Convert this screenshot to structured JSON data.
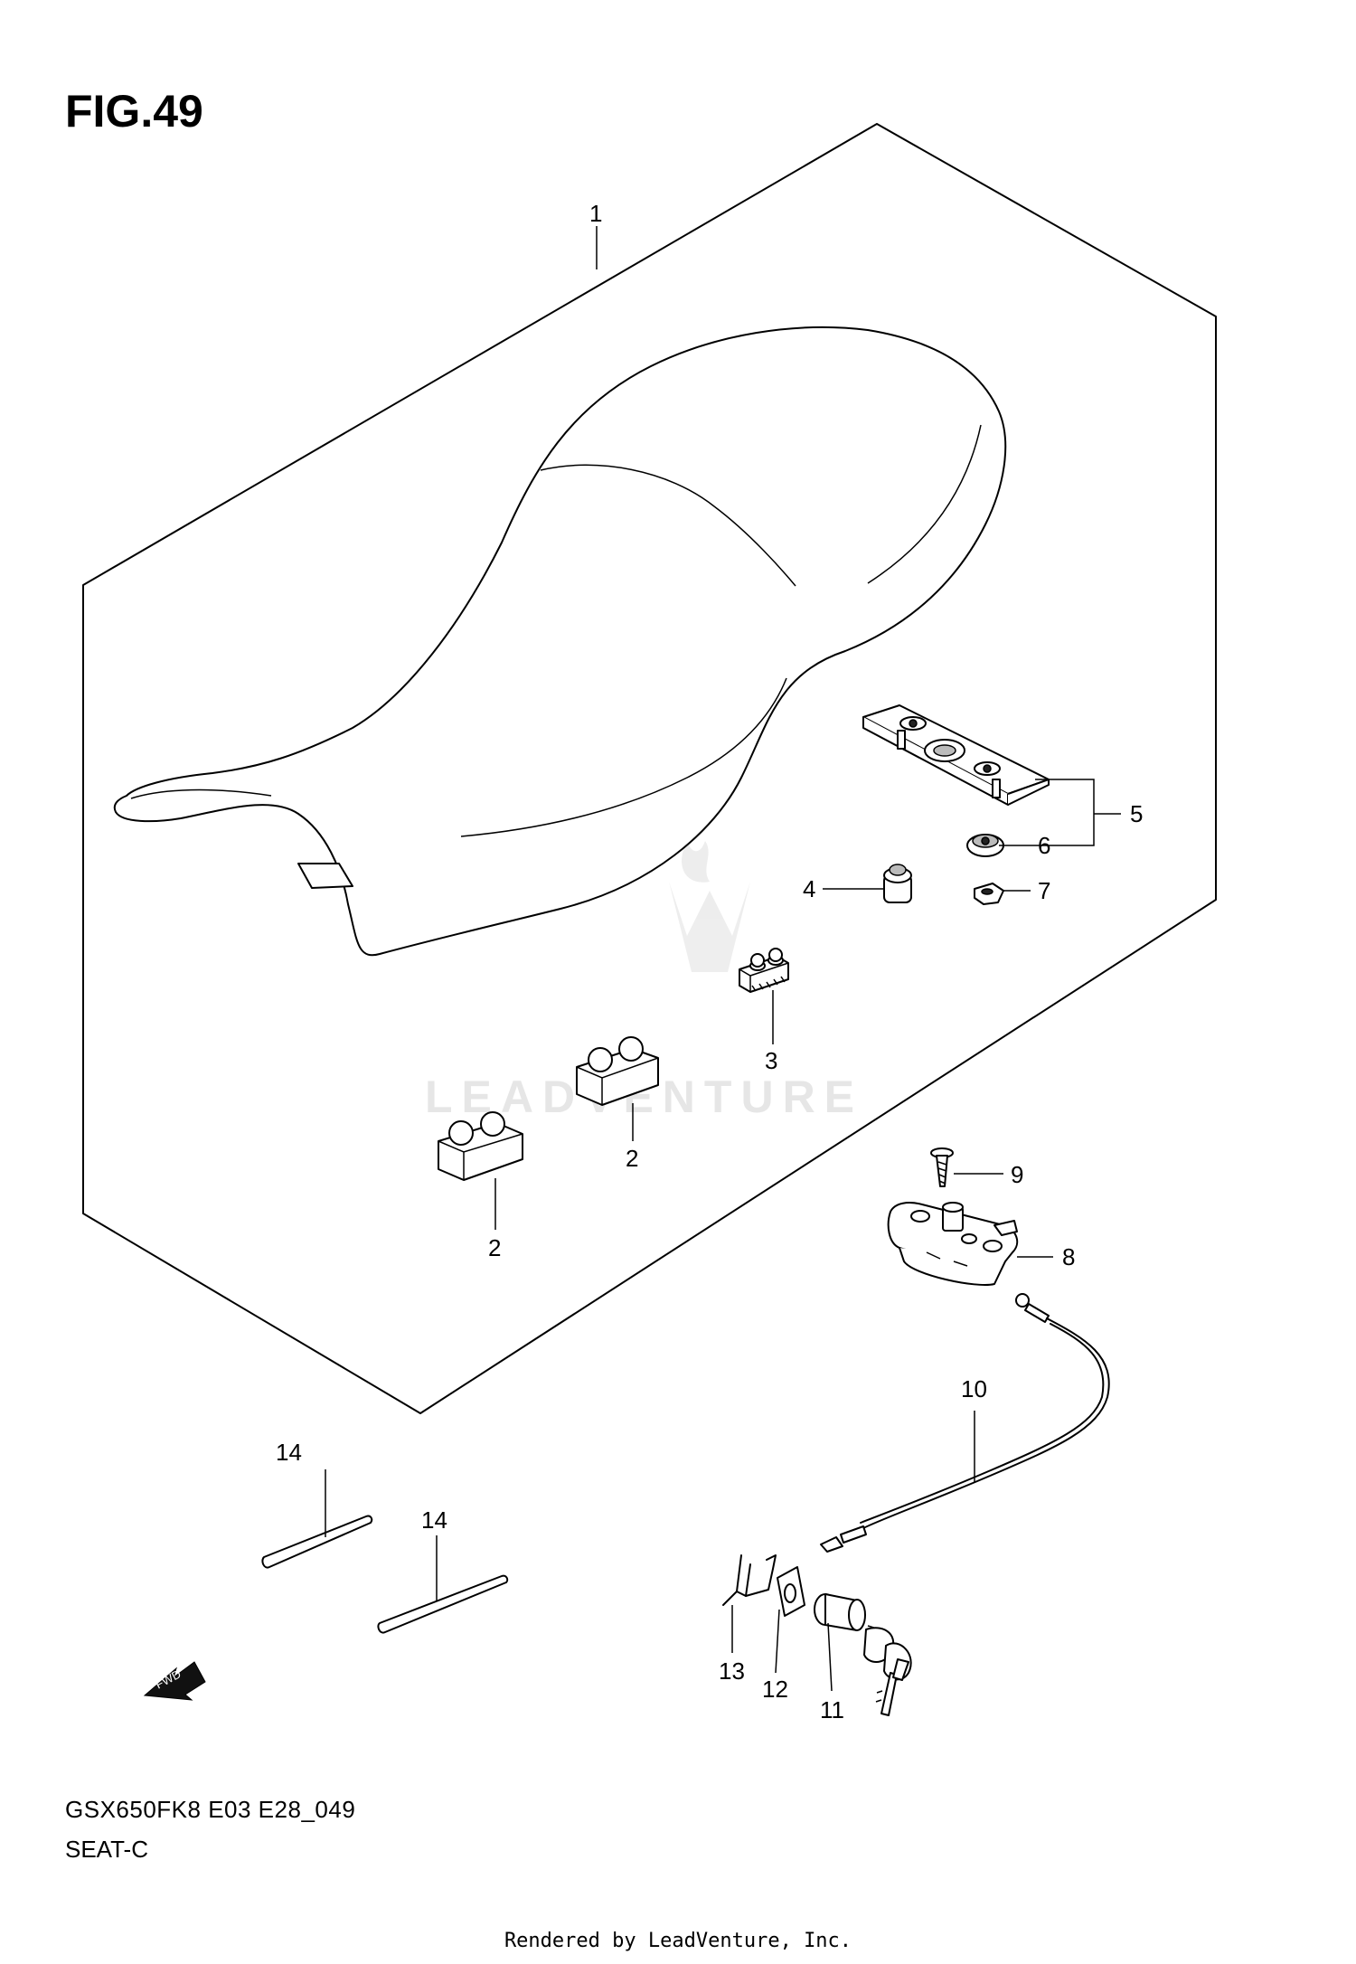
{
  "figure": {
    "title": "FIG.49",
    "model_code": "GSX650FK8 E03 E28_049",
    "name": "SEAT-C",
    "credit": "Rendered by LeadVenture, Inc.",
    "watermark": "LEADVENTURE",
    "fwd_label": "FWD"
  },
  "callouts": [
    {
      "id": "1",
      "label": "1"
    },
    {
      "id": "2a",
      "label": "2"
    },
    {
      "id": "2b",
      "label": "2"
    },
    {
      "id": "3",
      "label": "3"
    },
    {
      "id": "4",
      "label": "4"
    },
    {
      "id": "5",
      "label": "5"
    },
    {
      "id": "6",
      "label": "6"
    },
    {
      "id": "7",
      "label": "7"
    },
    {
      "id": "8",
      "label": "8"
    },
    {
      "id": "9",
      "label": "9"
    },
    {
      "id": "10",
      "label": "10"
    },
    {
      "id": "11",
      "label": "11"
    },
    {
      "id": "12",
      "label": "12"
    },
    {
      "id": "13",
      "label": "13"
    },
    {
      "id": "14a",
      "label": "14"
    },
    {
      "id": "14b",
      "label": "14"
    }
  ]
}
